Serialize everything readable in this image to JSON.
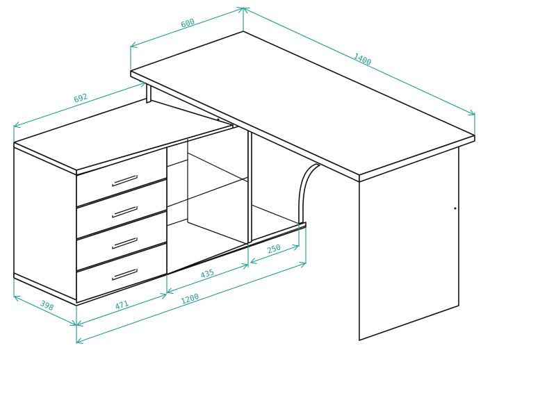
{
  "title": "Corner desk with drawer cabinet",
  "dimensions": {
    "desk_depth": "600",
    "desk_length": "1400",
    "cabinet_depth_top": "692",
    "cabinet_depth": "398",
    "drawer_section_width": "471",
    "cabinet_width": "1200",
    "shelf_section_width": "435",
    "opening_width": "250"
  },
  "colors": {
    "dimension": "#1a9a94",
    "outline": "#111111"
  }
}
